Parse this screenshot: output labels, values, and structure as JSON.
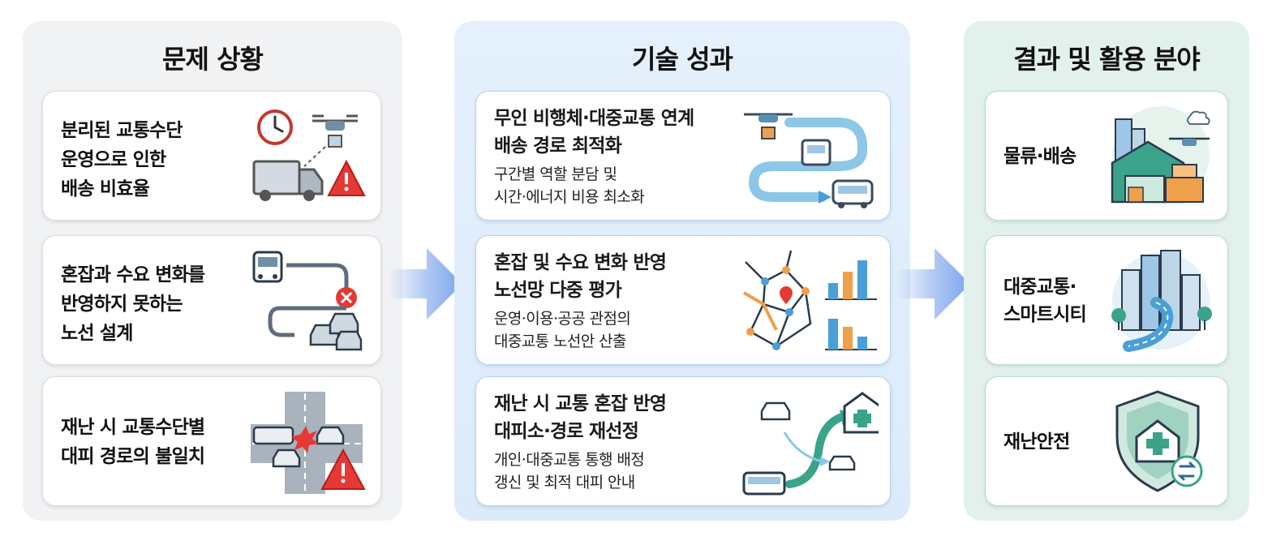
{
  "columns": {
    "problem": {
      "title": "문제 상황",
      "cards": [
        {
          "lines": [
            "분리된 교통수단",
            "운영으로 인한",
            "배송 비효율"
          ],
          "icon": "clock-drone-truck-warning-icon"
        },
        {
          "lines": [
            "혼잡과 수요 변화를",
            "반영하지 못하는",
            "노선 설계"
          ],
          "icon": "bus-route-traffic-jam-icon"
        },
        {
          "lines": [
            "재난 시 교통수단별",
            "대피 경로의 불일치"
          ],
          "icon": "intersection-collision-warning-icon"
        }
      ]
    },
    "tech": {
      "title": "기술 성과",
      "cards": [
        {
          "title": [
            "무인 비행체·대중교통 연계",
            "배송 경로 최적화"
          ],
          "sub": [
            "구간별 역할 분담 및",
            "시간·에너지 비용 최소화"
          ],
          "icon": "drone-transit-delivery-route-icon"
        },
        {
          "title": [
            "혼잡 및 수요 변화 반영",
            "노선망 다중 평가"
          ],
          "sub": [
            "운영·이용·공공 관점의",
            "대중교통 노선안 산출"
          ],
          "icon": "network-map-bar-chart-icon"
        },
        {
          "title": [
            "재난 시 교통 혼잡 반영",
            "대피소·경로 재선정"
          ],
          "sub": [
            "개인·대중교통 통행 배정",
            "갱신 및 최적 대피 안내"
          ],
          "icon": "evacuation-shelter-route-icon"
        }
      ]
    },
    "result": {
      "title": "결과 및 활용 분야",
      "cards": [
        {
          "lines": [
            "물류·배송"
          ],
          "icon": "logistics-warehouse-drone-icon"
        },
        {
          "lines": [
            "대중교통·",
            "스마트시티"
          ],
          "icon": "smart-city-road-icon"
        },
        {
          "lines": [
            "재난안전"
          ],
          "icon": "shield-shelter-safety-icon"
        }
      ]
    }
  },
  "colors": {
    "problem_bg": "#f1f2f4",
    "tech_bg": "#dcebfb",
    "result_bg": "#e2f1ec",
    "arrow": "#8fb2ef",
    "warning": "#e53935",
    "accent_blue": "#4a9fd6",
    "accent_orange": "#f0a04a",
    "accent_teal": "#3aa38a"
  }
}
